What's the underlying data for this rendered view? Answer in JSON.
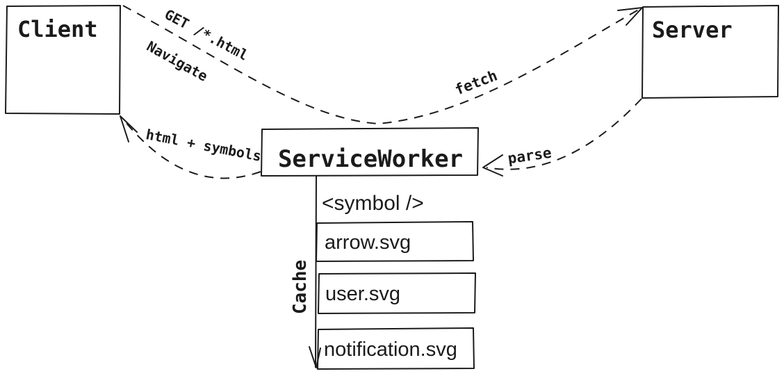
{
  "colors": {
    "ink": "#1b1b1b",
    "red": "#c43b3c",
    "background": "#ffffff"
  },
  "nodes": {
    "client": {
      "label": "Client"
    },
    "server": {
      "label": "Server"
    },
    "service_worker": {
      "label": "ServiceWorker"
    }
  },
  "edges": {
    "request": {
      "label": "GET /*.html"
    },
    "navigate": {
      "label": "Navigate"
    },
    "fetch": {
      "label": "fetch"
    },
    "parse": {
      "label": "parse"
    },
    "response": {
      "label": "html + symbols",
      "color": "#c43b3c"
    },
    "cache": {
      "label": "Cache"
    }
  },
  "cache_panel": {
    "symbol_tag": "<symbol />",
    "items": [
      {
        "label": "arrow.svg"
      },
      {
        "label": "user.svg"
      },
      {
        "label": "notification.svg"
      }
    ]
  }
}
